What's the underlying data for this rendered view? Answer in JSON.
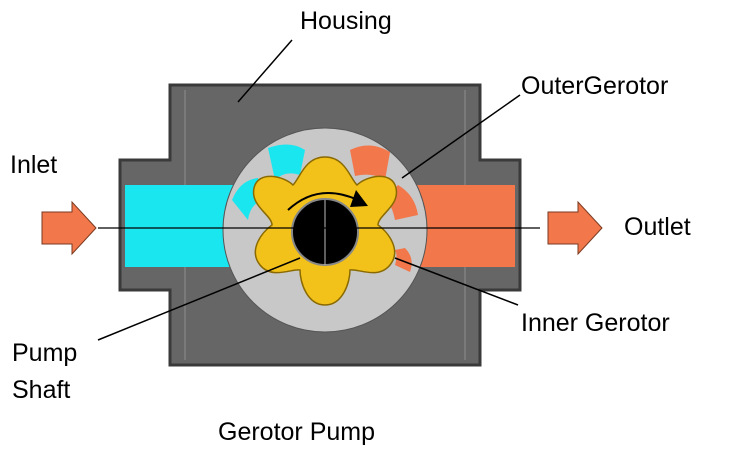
{
  "labels": {
    "housing": "Housing",
    "outer_gerotor": "OuterGerotor",
    "inlet": "Inlet",
    "outlet": "Outlet",
    "inner_gerotor": "Inner Gerotor",
    "pump_line1": "Pump",
    "pump_line2": "Shaft",
    "caption": "Gerotor Pump"
  },
  "colors": {
    "housing": "#666666",
    "housing_dark": "#3a3a3a",
    "outer_gerotor": "#c8c8c8",
    "inlet_fluid": "#1ae6f0",
    "outlet_fluid": "#f2774a",
    "inner_gerotor": "#f2c21a",
    "shaft": "#000000",
    "arrow": "#f2774a"
  },
  "icons": {
    "inlet_arrow": "inlet-arrow-icon",
    "outlet_arrow": "outlet-arrow-icon",
    "rotation_arrow": "rotation-arrow-icon"
  }
}
